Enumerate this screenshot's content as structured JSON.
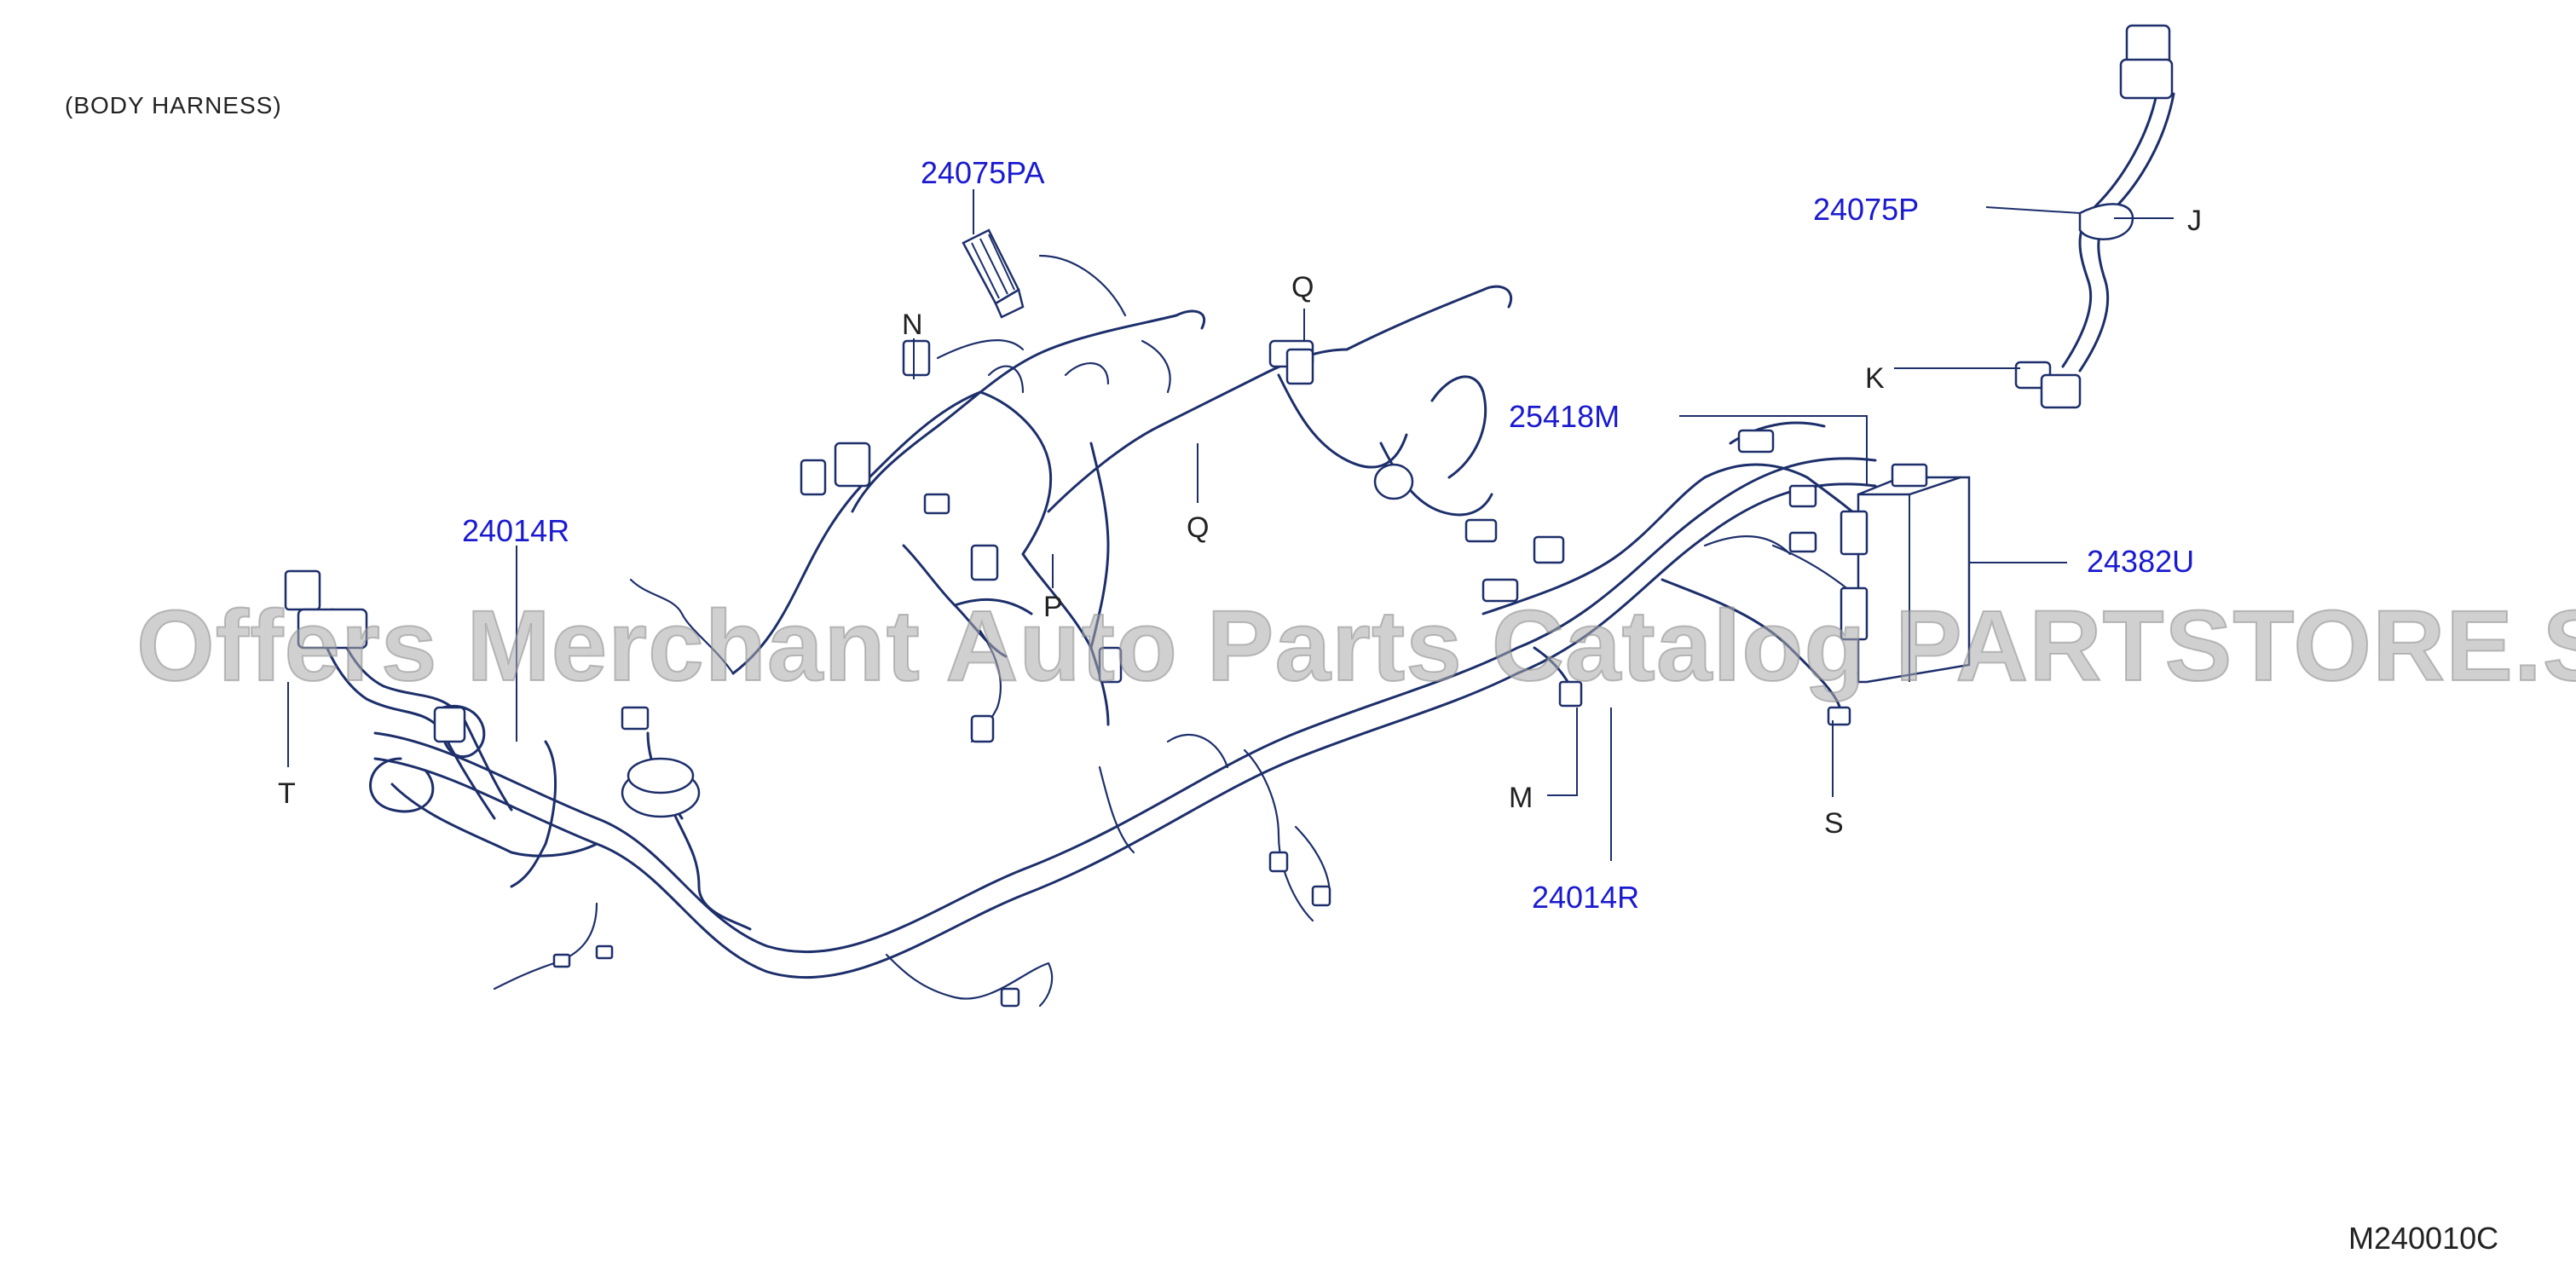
{
  "title": "(BODY   HARNESS)",
  "diagram_code": "M240010C",
  "watermark": "Offers Merchant Auto Parts Catalog PARTSTORE.SA",
  "colors": {
    "part_number": "#1a1ad0",
    "letter": "#222222",
    "harness": "#1d2f6b",
    "watermark": "#aaaaaa"
  },
  "part_labels": {
    "p24075PA": "24075PA",
    "p24075P": "24075P",
    "p25418M": "25418M",
    "p24382U": "24382U",
    "p24014R_left": "24014R",
    "p24014R_right": "24014R"
  },
  "letter_labels": {
    "J": "J",
    "K": "K",
    "N": "N",
    "Q_top": "Q",
    "Q_mid": "Q",
    "P": "P",
    "T": "T",
    "M": "M",
    "S": "S"
  }
}
